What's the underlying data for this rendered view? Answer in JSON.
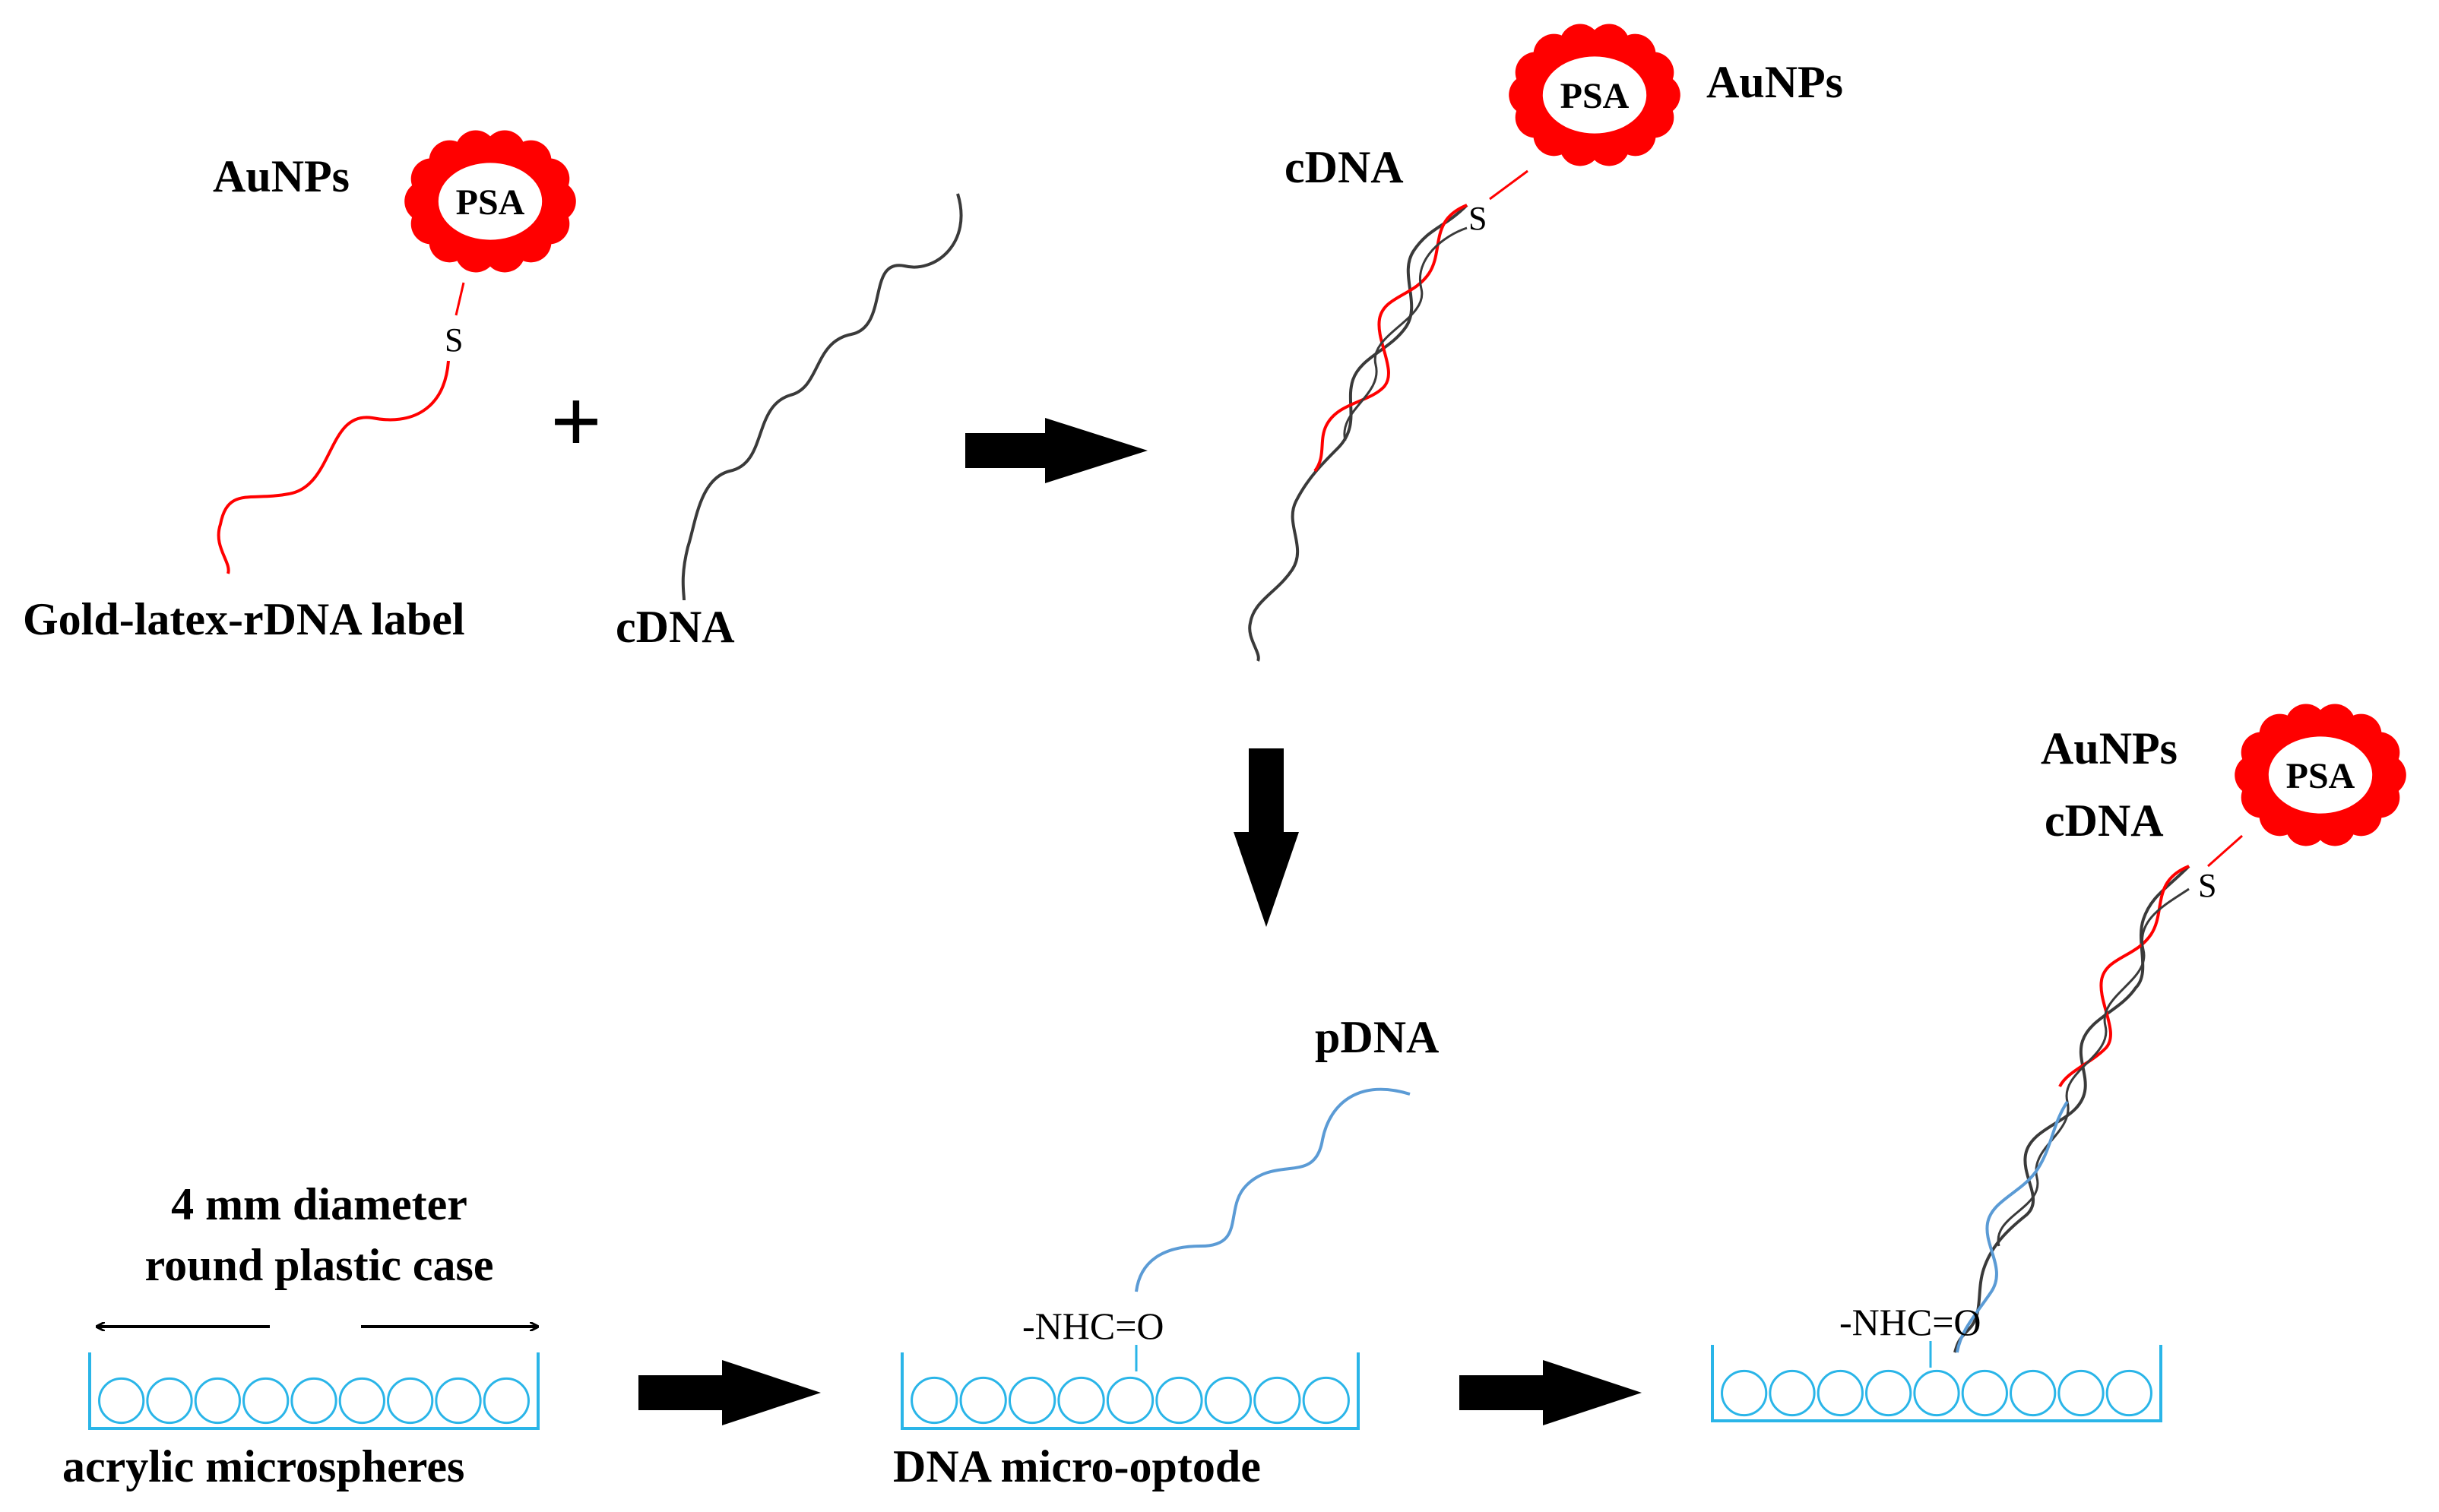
{
  "colors": {
    "gold": "#ff0000",
    "rdna": "#ff0000",
    "cdna": "#3a3a3a",
    "pdna": "#5b9bd5",
    "microsphere": "#2ab5e8",
    "arrow": "#000000"
  },
  "labels": {
    "aunps_1": "AuNPs",
    "psa_1": "PSA",
    "s_1": "S",
    "gold_label": "Gold-latex-rDNA label",
    "plus": "+",
    "cdna_1": "cDNA",
    "cdna_2": "cDNA",
    "psa_2": "PSA",
    "aunps_2": "AuNPs",
    "s_2": "S",
    "aunps_3": "AuNPs",
    "psa_3": "PSA",
    "cdna_3": "cDNA",
    "s_3": "S",
    "pdna": "pDNA",
    "case_line1": "4 mm diameter",
    "case_line2": "round plastic case",
    "acrylic": "acrylic microspheres",
    "nhco_1": "-NHC=O",
    "optode": "DNA micro-optode",
    "nhco_2": "-NHC=O"
  }
}
